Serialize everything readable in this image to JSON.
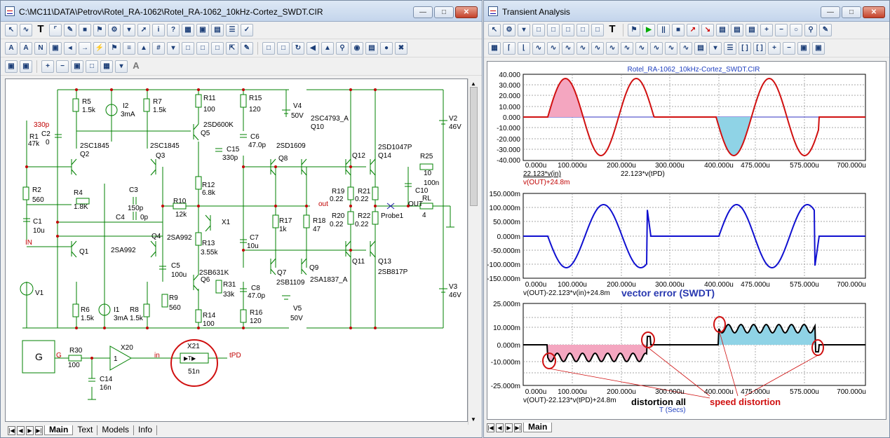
{
  "schematic": {
    "title": "C:\\MC11\\DATA\\Petrov\\Rotel_RA-1062\\Rotel_RA-1062_10kHz-Cortez_SWDT.CIR",
    "tabs": [
      "Main",
      "Text",
      "Models",
      "Info"
    ],
    "components": {
      "R5": [
        "R5",
        "1.5k"
      ],
      "I2": [
        "I2",
        "3mA"
      ],
      "R7": [
        "R7",
        "1.5k"
      ],
      "R11": [
        "R11",
        "100"
      ],
      "R15": [
        "R15",
        "120"
      ],
      "V4": [
        "V4",
        "50V"
      ],
      "V2": [
        "V2",
        "46V"
      ],
      "V3": [
        "V3",
        "46V"
      ],
      "C2": [
        "330p",
        "C2",
        "0"
      ],
      "R1": [
        "R1",
        "47k"
      ],
      "Q2": [
        "2SC1845",
        "Q2"
      ],
      "Q3": [
        "2SC1845",
        "Q3"
      ],
      "Q5": [
        "2SD600K",
        "Q5"
      ],
      "C6": [
        "C6",
        "47.0p"
      ],
      "C15": [
        "C15",
        "330p"
      ],
      "Q8": [
        "2SD1609",
        "Q8"
      ],
      "Q10": [
        "2SC4793_A",
        "Q10"
      ],
      "Q12": [
        "Q12"
      ],
      "Q14": [
        "2SD1047P",
        "Q14"
      ],
      "R25": [
        "R25",
        "10"
      ],
      "C10": [
        "100n",
        "C10"
      ],
      "RL": [
        "RL",
        "4"
      ],
      "R2": [
        "R2",
        "560"
      ],
      "R4": [
        "R4",
        "1.8K"
      ],
      "C3": [
        "C3",
        "150p"
      ],
      "C4": [
        "C4",
        "0p"
      ],
      "R10": [
        "R10",
        "12k"
      ],
      "R12": [
        "R12",
        "6.8k"
      ],
      "X1": [
        "X1"
      ],
      "R17": [
        "R17",
        "1k"
      ],
      "R18": [
        "R18",
        "47"
      ],
      "R19": [
        "R19",
        "0.22"
      ],
      "R21": [
        "R21",
        "0.22"
      ],
      "R20": [
        "R20",
        "0.22"
      ],
      "R22": [
        "R22",
        "0.22"
      ],
      "C1": [
        "C1",
        "10u"
      ],
      "Q4": [
        "Q4"
      ],
      "R13": [
        "R13",
        "3.55k"
      ],
      "C7": [
        "C7",
        "10u"
      ],
      "Q1": [
        "Q1"
      ],
      "Q1_part": [
        "2SA992"
      ],
      "Q4_part": [
        "2SA992"
      ],
      "C5": [
        "C5",
        "100u"
      ],
      "Q6": [
        "2SB631K",
        "Q6"
      ],
      "R31": [
        "R31",
        "33k"
      ],
      "C8": [
        "C8",
        "47.0p"
      ],
      "Q7": [
        "Q7",
        "2SB1109"
      ],
      "Q9": [
        "Q9",
        "2SA1837_A"
      ],
      "Q11": [
        "Q11"
      ],
      "Q13": [
        "Q13",
        "2SB817P"
      ],
      "R9": [
        "R9",
        "560"
      ],
      "V1": [
        "V1"
      ],
      "R6": [
        "R6",
        "1.5k"
      ],
      "I1": [
        "I1",
        "3mA"
      ],
      "R8": [
        "R8",
        "1.5k"
      ],
      "R14": [
        "R14",
        "100"
      ],
      "R16": [
        "R16",
        "120"
      ],
      "V5": [
        "V5",
        "50V"
      ],
      "G": [
        "G"
      ],
      "R30": [
        "R30",
        "100"
      ],
      "C14": [
        "C14",
        "16n"
      ],
      "X20": [
        "X20",
        "1"
      ],
      "X21": [
        "X21",
        "51n"
      ]
    },
    "nodes": {
      "in_label": "IN",
      "out": "out",
      "probe": "Probe1",
      "out2": "OUT",
      "in2": "in",
      "tpd": "tPD",
      "g": "G"
    }
  },
  "analysis": {
    "title": "Transient Analysis",
    "tabs": [
      "Main"
    ],
    "plot_title": "Rotel_RA-1062_10kHz-Cortez_SWDT.CIR",
    "plot1": {
      "yticks": [
        "40.000",
        "30.000",
        "20.000",
        "10.000",
        "0.000",
        "-10.000",
        "-20.000",
        "-30.000",
        "-40.000"
      ],
      "xticks": [
        "0.000u",
        "100.000u",
        "200.000u",
        "300.000u",
        "400.000u",
        "475.000u",
        "575.000u",
        "700.000u"
      ],
      "label1": "22.123*v(in)",
      "label2": "22.123*v(tPD)",
      "label3": "v(OUT)+24.8m"
    },
    "plot2": {
      "yticks": [
        "150.000m",
        "100.000m",
        "50.000m",
        "0.000m",
        "-50.000m",
        "-100.000m",
        "-150.000m"
      ],
      "xticks": [
        "0.000u",
        "100.000u",
        "200.000u",
        "300.000u",
        "400.000u",
        "475.000u",
        "575.000u",
        "700.000u"
      ],
      "label": "v(OUT)-22.123*v(in)+24.8m",
      "annotation": "vector error (SWDT)"
    },
    "plot3": {
      "yticks": [
        "25.000m",
        "10.000m",
        "0.000m",
        "-10.000m",
        "-25.000m"
      ],
      "xticks": [
        "0.000u",
        "100.000u",
        "200.000u",
        "300.000u",
        "400.000u",
        "475.000u",
        "575.000u",
        "700.000u"
      ],
      "label": "v(OUT)-22.123*v(tPD)+24.8m",
      "axis_label": "T (Secs)",
      "annotation1": "distortion all",
      "annotation2": "speed distortion"
    },
    "colors": {
      "red": "#d01010",
      "blue": "#1010d0",
      "pink": "#f4a6c0",
      "cyan": "#8fd3e6"
    }
  }
}
